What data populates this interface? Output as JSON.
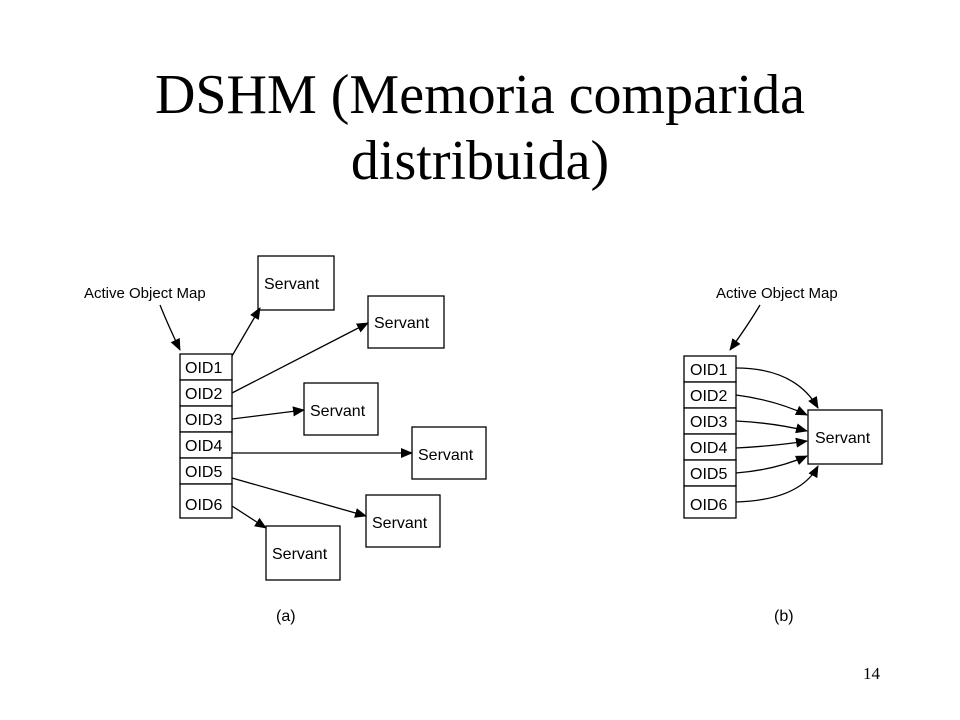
{
  "slide": {
    "title_line1": "DSHM (Memoria comparida",
    "title_line2": "distribuida)",
    "page_number": "14"
  },
  "diagram_a": {
    "map_label": "Active Object Map",
    "oids": [
      "OID1",
      "OID2",
      "OID3",
      "OID4",
      "OID5",
      "OID6"
    ],
    "servant_label": "Servant",
    "caption": "(a)"
  },
  "diagram_b": {
    "map_label": "Active Object Map",
    "oids": [
      "OID1",
      "OID2",
      "OID3",
      "OID4",
      "OID5",
      "OID6"
    ],
    "servant_label": "Servant",
    "caption": "(b)"
  },
  "colors": {
    "stroke": "#000000",
    "background": "#ffffff"
  }
}
